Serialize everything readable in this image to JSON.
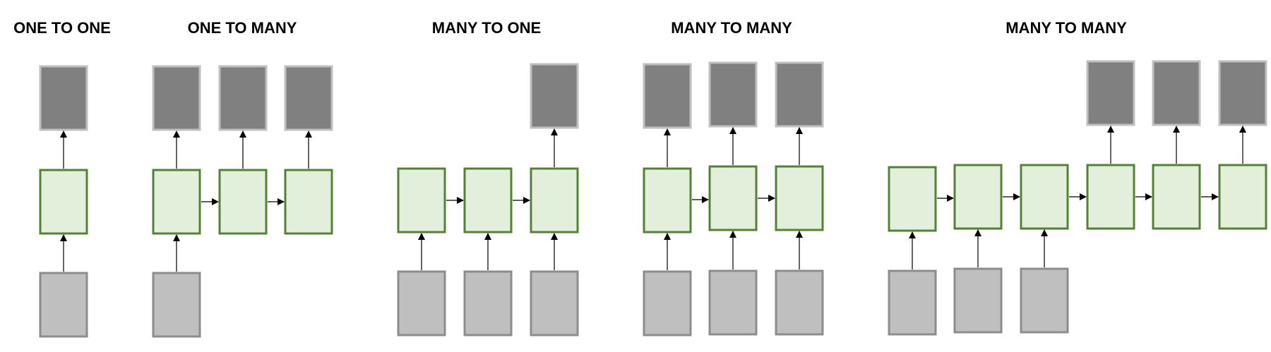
{
  "titles": {
    "one_to_one": "ONE TO ONE",
    "one_to_many": "ONE TO MANY",
    "many_to_one": "MANY TO ONE",
    "many_to_many_1": "MANY TO MANY",
    "many_to_many_2": "MANY TO MANY"
  },
  "colors": {
    "output_fill": "#808080",
    "output_stroke": "#bfbfbf",
    "hidden_fill": "#e2efda",
    "hidden_stroke": "#548235",
    "input_fill": "#bfbfbf",
    "input_stroke": "#8c8c8c",
    "arrow": "#000000"
  }
}
